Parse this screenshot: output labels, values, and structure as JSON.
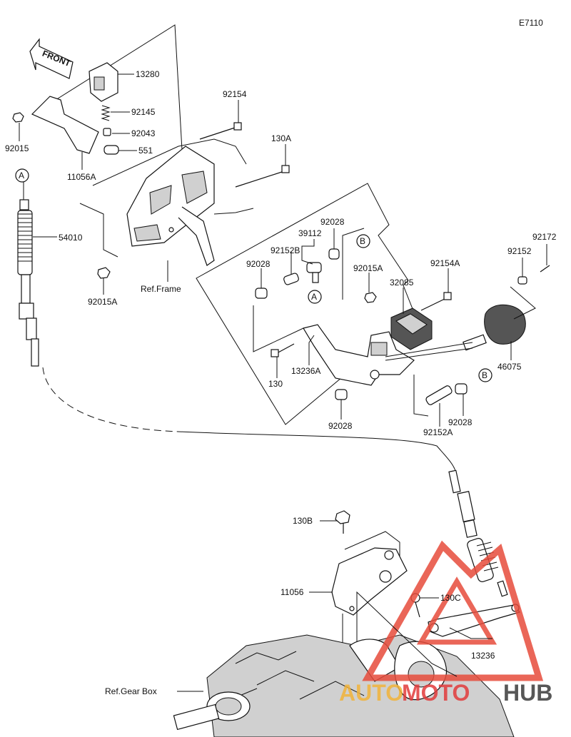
{
  "diagram_code": "E7110",
  "front_label": "FRONT",
  "brand": {
    "part1": "AUTO",
    "part2": "MOTO",
    "part3": "HUB",
    "colors": {
      "auto": "#f2b33a",
      "moto": "#e23c3c",
      "hub": "#3a3a3a",
      "triangle": "#e74c3c"
    }
  },
  "callouts": {
    "a": "A",
    "b": "B"
  },
  "labels": {
    "p13280": "13280",
    "p92145": "92145",
    "p92043": "92043",
    "p551": "551",
    "p92015": "92015",
    "p11056a": "11056A",
    "p92154": "92154",
    "p130a": "130A",
    "p54010": "54010",
    "p92028_top": "92028",
    "p39112": "39112",
    "p92152b": "92152B",
    "p92028_left": "92028",
    "p92015a_right": "92015A",
    "p92015a_left": "92015A",
    "ref_frame": "Ref.Frame",
    "p92172": "92172",
    "p92152": "92152",
    "p92154a": "92154A",
    "p32085": "32085",
    "p46075": "46075",
    "p130": "130",
    "p13236a": "13236A",
    "p92028_bottom": "92028",
    "p92028_right": "92028",
    "p92152a": "92152A",
    "p130b": "130B",
    "p11056": "11056",
    "p130c": "130C",
    "p13236": "13236",
    "ref_gear_box": "Ref.Gear Box"
  }
}
